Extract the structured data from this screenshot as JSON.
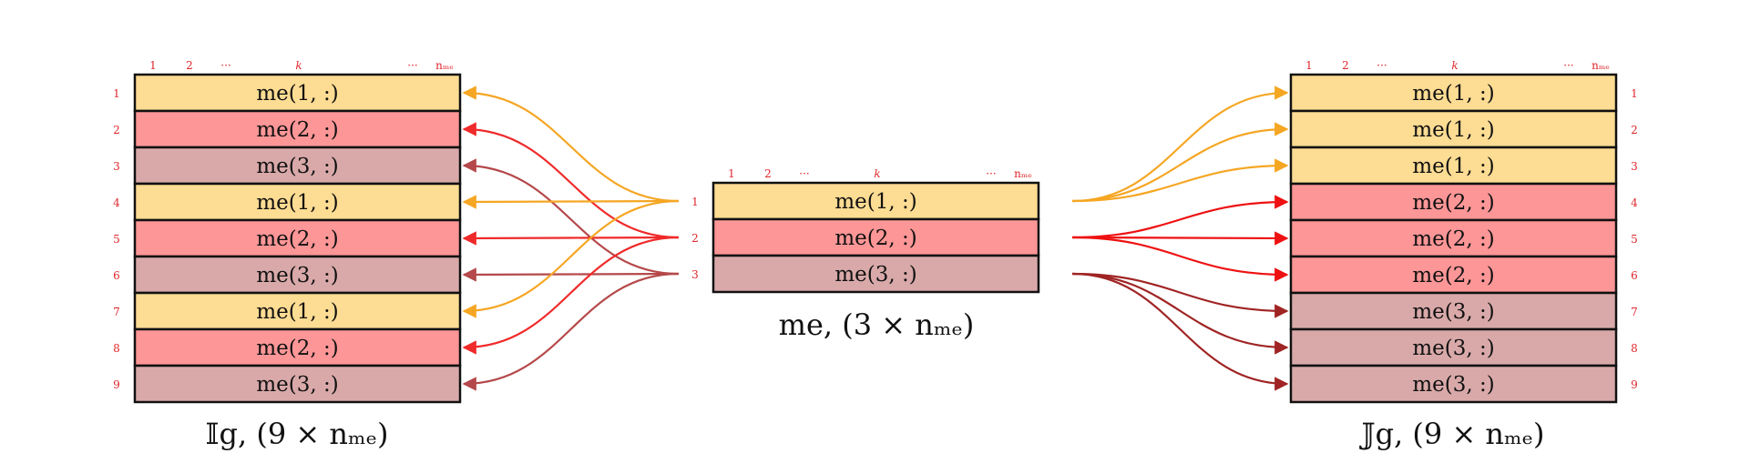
{
  "colors": {
    "row1": "#fddc93",
    "row2": "#fd9697",
    "row3": "#d9a9a9",
    "index": "#e0262b",
    "arrow1": "#f5a623",
    "arrow2": "#ef2a2a",
    "arrow2_right": "#ee1111",
    "arrow3": "#b5484a",
    "arrow3_right": "#a02424"
  },
  "column_headers": [
    "1",
    "2",
    "···",
    "k",
    "···",
    "nₘₑ"
  ],
  "left_matrix": {
    "caption": "𝕀g,  (9 × nₘₑ)",
    "row_numbers": [
      "1",
      "2",
      "3",
      "4",
      "5",
      "6",
      "7",
      "8",
      "9"
    ],
    "rows": [
      "me(1, :)",
      "me(2, :)",
      "me(3, :)",
      "me(1, :)",
      "me(2, :)",
      "me(3, :)",
      "me(1, :)",
      "me(2, :)",
      "me(3, :)"
    ],
    "row_types": [
      1,
      2,
      3,
      1,
      2,
      3,
      1,
      2,
      3
    ]
  },
  "center_matrix": {
    "caption": "me,  (3 × nₘₑ)",
    "row_numbers": [
      "1",
      "2",
      "3"
    ],
    "rows": [
      "me(1, :)",
      "me(2, :)",
      "me(3, :)"
    ],
    "row_types": [
      1,
      2,
      3
    ]
  },
  "right_matrix": {
    "caption": "𝕁g,  (9 × nₘₑ)",
    "row_numbers": [
      "1",
      "2",
      "3",
      "4",
      "5",
      "6",
      "7",
      "8",
      "9"
    ],
    "rows": [
      "me(1, :)",
      "me(1, :)",
      "me(1, :)",
      "me(2, :)",
      "me(2, :)",
      "me(2, :)",
      "me(3, :)",
      "me(3, :)",
      "me(3, :)"
    ],
    "row_types": [
      1,
      1,
      1,
      2,
      2,
      2,
      3,
      3,
      3
    ]
  }
}
